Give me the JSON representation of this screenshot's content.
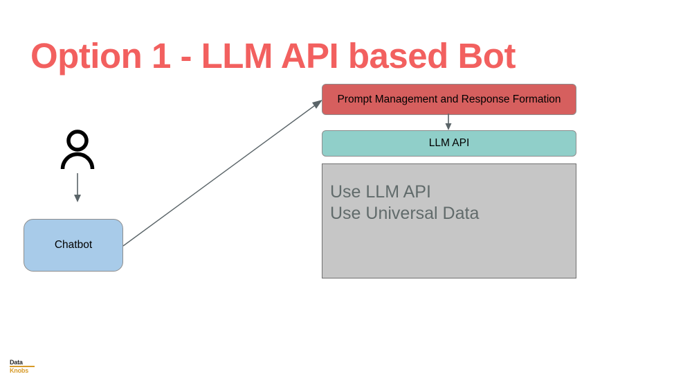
{
  "slide": {
    "title": "Option 1 - LLM API based Bot",
    "title_color": "#f2605f",
    "background_color": "#ffffff"
  },
  "diagram": {
    "type": "flow-diagram",
    "nodes": [
      {
        "id": "user",
        "icon": "person-icon",
        "label": "",
        "fill": "#000000"
      },
      {
        "id": "chatbot",
        "label": "Chatbot",
        "fill": "#a8cbe9",
        "border": "#8d8d8d",
        "text_color": "#000000"
      },
      {
        "id": "prompt-management",
        "label": "Prompt Management and Response Formation",
        "fill": "#d65f5e",
        "border": "#8d8d8d",
        "text_color": "#000000"
      },
      {
        "id": "llm-api",
        "label": "LLM API",
        "fill": "#90cfc9",
        "border": "#8d8d8d",
        "text_color": "#000000"
      },
      {
        "id": "features",
        "lines": [
          "Use LLM API",
          "Use Universal Data"
        ],
        "fill": "#c6c6c6",
        "border": "#6f6f6f",
        "text_color": "#616b6b"
      }
    ],
    "edges": [
      {
        "id": "user-to-chatbot",
        "from": "user",
        "to": "chatbot",
        "direction": "down",
        "color": "#5a6468"
      },
      {
        "id": "chatbot-to-prompt",
        "from": "chatbot",
        "to": "prompt-management",
        "direction": "diagonal",
        "color": "#5a6468"
      },
      {
        "id": "prompt-to-llmapi",
        "from": "prompt-management",
        "to": "llm-api",
        "direction": "down",
        "color": "#5a6468"
      }
    ]
  },
  "features": {
    "line1": "Use LLM API",
    "line2": "Use Universal Data"
  },
  "logo": {
    "word_top": "Data",
    "word_bottom": "Knobs",
    "accent_color": "#d79a28"
  }
}
